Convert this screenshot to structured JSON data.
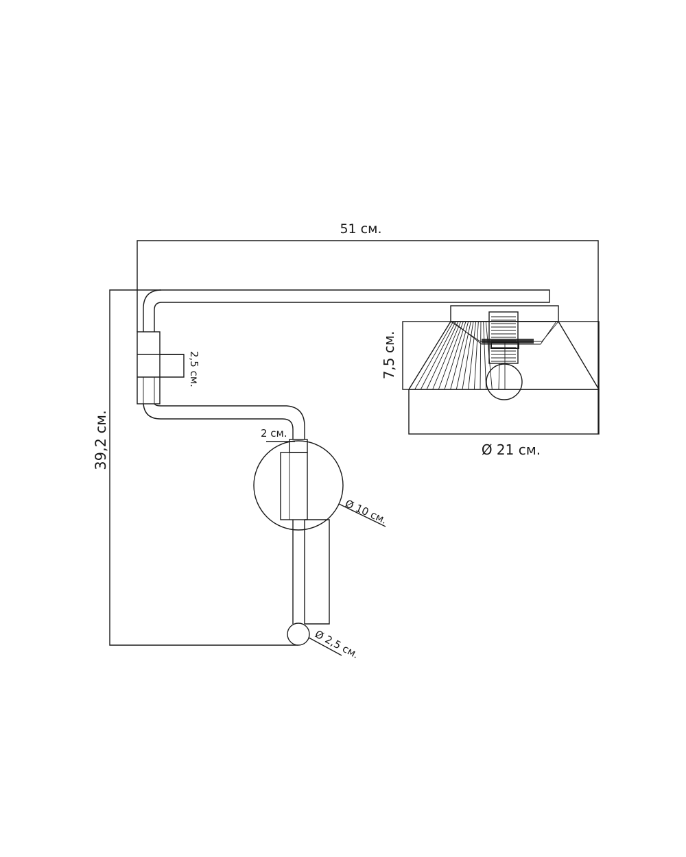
{
  "diagram": {
    "subject": "wall-sconce-dimension-drawing",
    "line_color": "#1a1a1a",
    "dimensions": {
      "total_width": "51 см.",
      "total_height": "39,2 см.",
      "shade_height": "7,5 см.",
      "shade_diameter": "Ø 21 см.",
      "bracket_width": "2,5 см.",
      "tube_width": "2 см.",
      "backplate_diameter": "Ø 10 см.",
      "ball_diameter": "Ø 2,5 см."
    }
  }
}
